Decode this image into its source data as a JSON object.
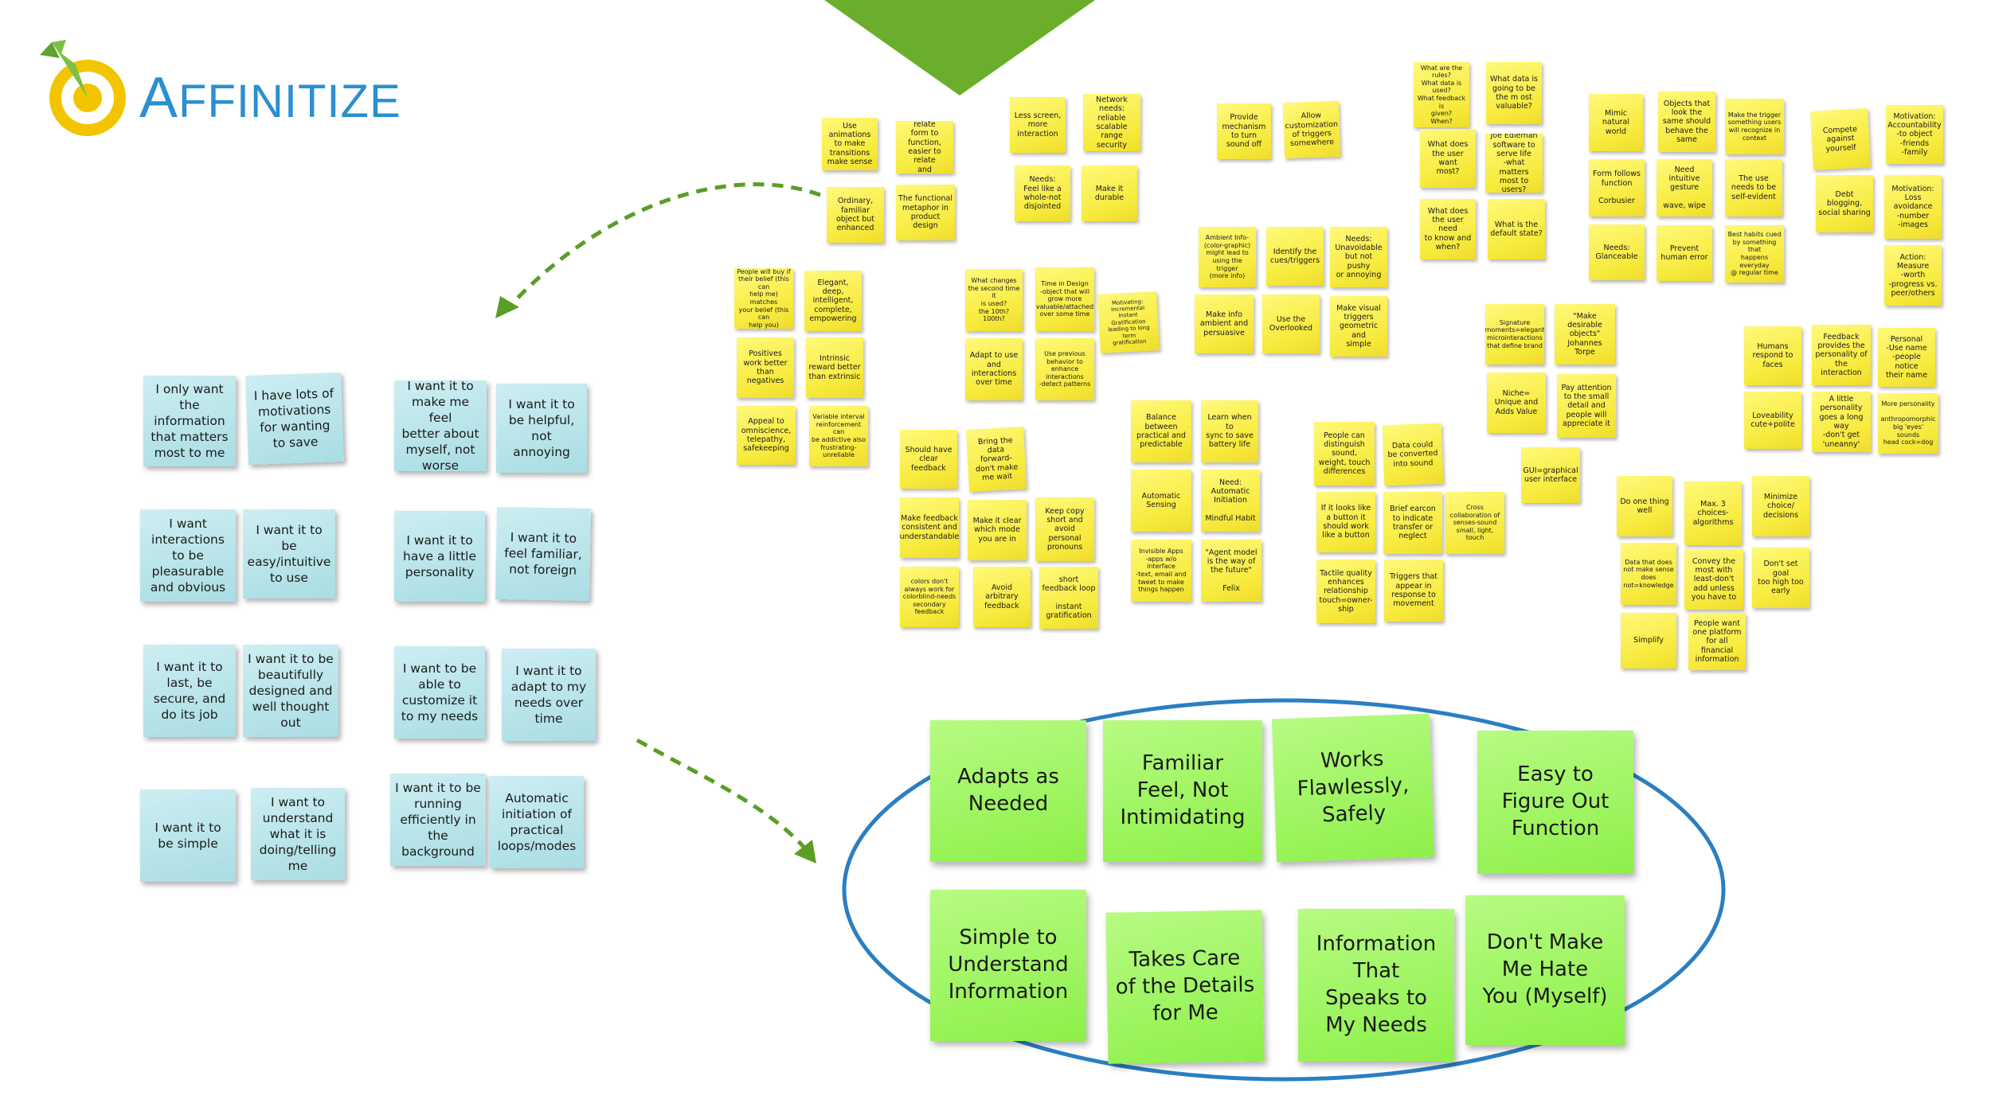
{
  "logo": {
    "text_first": "A",
    "text_rest": "FFINITIZE",
    "colors": {
      "text": "#2b8fd0",
      "ring": "#f2c500",
      "arrow": "#7ac143"
    }
  },
  "colors": {
    "accent_arrow": "#5a9e25",
    "ellipse": "#2a7fc1",
    "triangle": "#6aae2b"
  },
  "needs_notes": [
    "I only want\nthe\ninformation\nthat matters\nmost to me",
    "I have lots of\nmotivations\nfor wanting\nto save",
    "I want it to\nmake me feel\nbetter about\nmyself, not\nworse",
    "I want it to\nbe helpful,\nnot annoying",
    "I want\ninteractions\nto be\npleasurable\nand obvious",
    "I want it to be\neasy/intuitive\nto use",
    "I want it to\nhave a little\npersonality",
    "I want it to\nfeel familiar,\nnot foreign",
    "I want it to\nlast, be\nsecure, and\ndo its job",
    "I want it to be\nbeautifully\ndesigned and\nwell thought\nout",
    "I want to be\nable to\ncustomize it\nto my needs",
    "I want it to\nadapt to my\nneeds over\ntime",
    "I want it to\nbe simple",
    "I want to\nunderstand\nwhat it is\ndoing/telling\nme",
    "I want it to be\nrunning\nefficiently in\nthe\nbackground",
    "Automatic\ninitiation of\npractical\nloops/modes"
  ],
  "themes": [
    "Adapts as\nNeeded",
    "Familiar\nFeel, Not\nIntimidating",
    "Works\nFlawlessly,\nSafely",
    "Easy to\nFigure Out\nFunction",
    "Simple to\nUnderstand\nInformation",
    "Takes Care\nof the Details\nfor Me",
    "Information\nThat\nSpeaks to\nMy Needs",
    "Don't Make\nMe Hate\nYou (Myself)"
  ],
  "research_notes": [
    "Use animations\nto make\ntransitions\nmake sense",
    "Need to relate\nform to function,\neasier to relate\nand understand",
    "Ordinary,\nfamiliar\nobject but\nenhanced",
    "The functional\nmetaphor in\nproduct design",
    "Less screen,\nmore\ninteraction",
    "Network needs:\nreliable\nscalable\nrange\nsecurity",
    "Needs:\nFeel like a\nwhole-not\ndisjointed",
    "Make it\ndurable",
    "Provide\nmechanism\nto turn\nsound off",
    "Allow\ncustomization\nof triggers\nsomewhere",
    "What are the\nrules?\nWhat data is used?\nWhat feedback is\ngiven?\nWhen?",
    "What data is\ngoing to be\nthe m ost\nvaluable?",
    "What does\nthe user want\nmost?",
    "Joe Edleman\nsoftware to\nserve life\n-what matters\nmost to users?",
    "What does\nthe user need\nto know and\nwhen?",
    "What is the\ndefault state?",
    "Mimic\nnatural\nworld",
    "Objects that\nlook the\nsame should\nbehave the\nsame",
    "Make the trigger\nsomething users\nwill recognize in\ncontext",
    "Form follows\nfunction\n\nCorbusier",
    "Need intuitive\ngesture\n\nwave, wipe",
    "The use\nneeds to be\nself-evident",
    "Needs:\nGlanceable",
    "Prevent\nhuman error",
    "Best habits cued\nby something that\nhappens everyday\n@ regular time",
    "Compete\nagainst\nyourself",
    "Motivation:\nAccountability\n-to object\n-friends\n-family",
    "Debt\nblogging,\nsocial sharing",
    "Motivation:\nLoss\navoidance\n-number\n-images",
    "Action:\nMeasure\n-worth\n-progress vs.\npeer/others",
    "People will buy if\ntheir belief (this can\nhelp me) matches\nyour belief (this can\nhelp you)",
    "Elegant, deep,\nintelligent,\ncomplete,\nempowering",
    "Positives\nwork better\nthan\nnegatives",
    "Intrinsic\nreward better\nthan extrinsic",
    "Appeal to\nomniscience,\ntelepathy,\nsafekeeping",
    "Variable interval\nreinforcement can\nbe addictive also\nfrustrating-\nunreliable",
    "What changes\nthe second time it\nis used?\nthe 10th?\n100th?",
    "Time in Design\n-object that will\ngrow more\nvaluable/attached\nover some time",
    "Motivating:\nIncremental Instant\nGratification\nleading to long term\ngratification",
    "Adapt to use\nand\ninteractions\nover time",
    "Use previous\nbehavior to\nenhance\ninteractions\n-detect patterns",
    "Ambient Info-\n(color-graphic)\nmight lead to\nusing the trigger\n(more info)",
    "Identify the\ncues/triggers",
    "Needs:\nUnavoidable\nbut not pushy\nor annoying",
    "Make info\nambient and\npersuasive",
    "Use the\nOverlooked",
    "Make visual\ntriggers\ngeometric and\nsimple",
    "Signature\nmoments=elegant\nmicrointeractions\nthat define brand",
    "\"Make desirable\nobjects\"\nJohannes Torpe",
    "Niche=\nUnique and\nAdds Value",
    "Pay attention\nto the small\ndetail and\npeople will\nappreciate it",
    "GUI=graphical\nuser interface",
    "Humans\nrespond to\nfaces",
    "Feedback\nprovides the\npersonality of\nthe interaction",
    "Personal\n-Use name\n-people notice\ntheir name",
    "Loveability\ncute+polite",
    "A little\npersonality\ngoes a long\nway\n-don't get\n'uneanny'",
    "More personality\n\nanthropomorphic\nbig 'eyes'\nsounds\nhead cock=dog",
    "Should have\nclear\nfeedback",
    "Bring the\ndata\nforward-\ndon't make\nme wait",
    "Balance\nbetween\npractical and\npredictable",
    "Learn when to\nsync to save\nbattery life",
    "People can\ndistinguish\nsound,\nweight, touch\ndifferences",
    "Data could\nbe converted\ninto sound",
    "Make feedback\nconsistent and\nunderstandable",
    "Make it clear\nwhich mode\nyou are in",
    "Keep copy\nshort and\navoid\npersonal\npronouns",
    "Automatic\nSensing",
    "Need:\nAutomatic\nInitiation\n\nMindful Habit",
    "If it looks like\na button it\nshould work\nlike a button",
    "Brief earcon\nto indicate\ntransfer or\nneglect",
    "Cross\ncollaboration of\nsenses-sound\nsmall, light,\ntouch",
    "colors don't\nalways work for\ncolorblind-needs\nsecondary\nfeedback",
    "Avoid\narbitrary\nfeedback",
    "short\nfeedback loop\n\ninstant\ngratification",
    "Invisible Apps\n-apps w/o\ninterface\n-text, email and\ntweet to make\nthings happen",
    "\"Agent model\nis the way of\nthe future\"\n\nFelix",
    "Tactile quality\nenhances\nrelationship\ntouch=owner-\nship",
    "Triggers that\nappear in\nresponse to\nmovement",
    "Do one thing\nwell",
    "Max. 3\nchoices-\nalgorithms",
    "Minimize\nchoice/\ndecisions",
    "Data that does\nnot make sense\ndoes\nnot=knowledge",
    "Convey the\nmost with\nleast-don't\nadd unless\nyou have to",
    "Don't set goal\ntoo high too\nearly",
    "Simplify",
    "People want\none platform\nfor all financial\ninformation"
  ]
}
